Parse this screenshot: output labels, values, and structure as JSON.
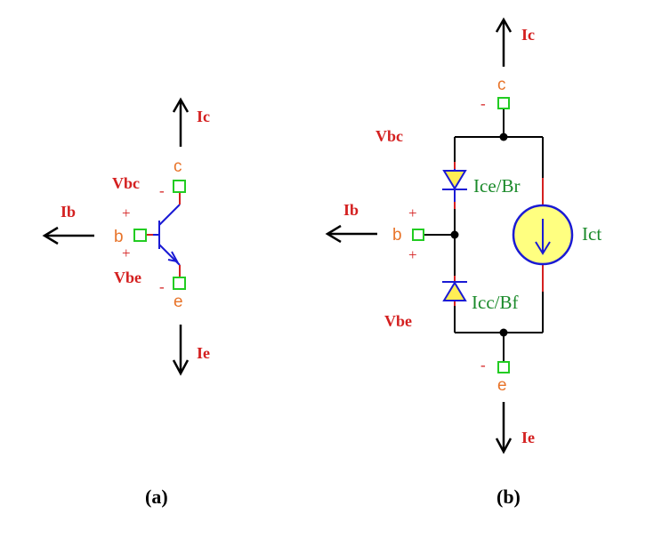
{
  "labels": {
    "ic": "Ic",
    "ib": "Ib",
    "ie": "Ie",
    "vbc": "Vbc",
    "vbe": "Vbe",
    "c": "c",
    "b": "b",
    "e": "e",
    "plus": "+",
    "minus": "-",
    "ice_br": "Ice/Br",
    "icc_bf": "Icc/Bf",
    "ict": "Ict",
    "caption_a": "(a)",
    "caption_b": "(b)"
  },
  "colors": {
    "current_label": "#d42020",
    "terminal_label": "#e8742a",
    "component_label": "#1a8a2a",
    "transistor": "#1a1ad4",
    "source_fill": "#ffff80",
    "pin": "#22cc22"
  }
}
